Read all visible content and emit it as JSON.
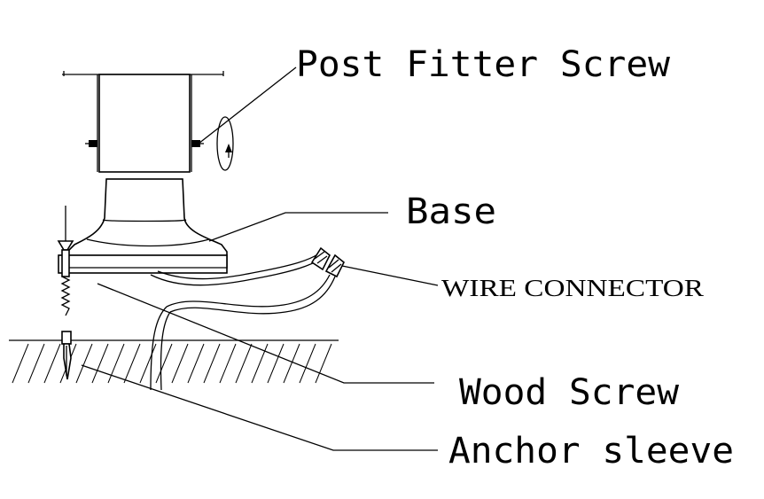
{
  "labels": {
    "post_fitter_screw": "Post Fitter Screw",
    "base": "Base",
    "wire_connector": "WIRE CONNECTOR",
    "wood_screw": "Wood Screw",
    "anchor_sleeve": "Anchor sleeve"
  },
  "colors": {
    "ink": "#000000",
    "background": "#ffffff"
  }
}
